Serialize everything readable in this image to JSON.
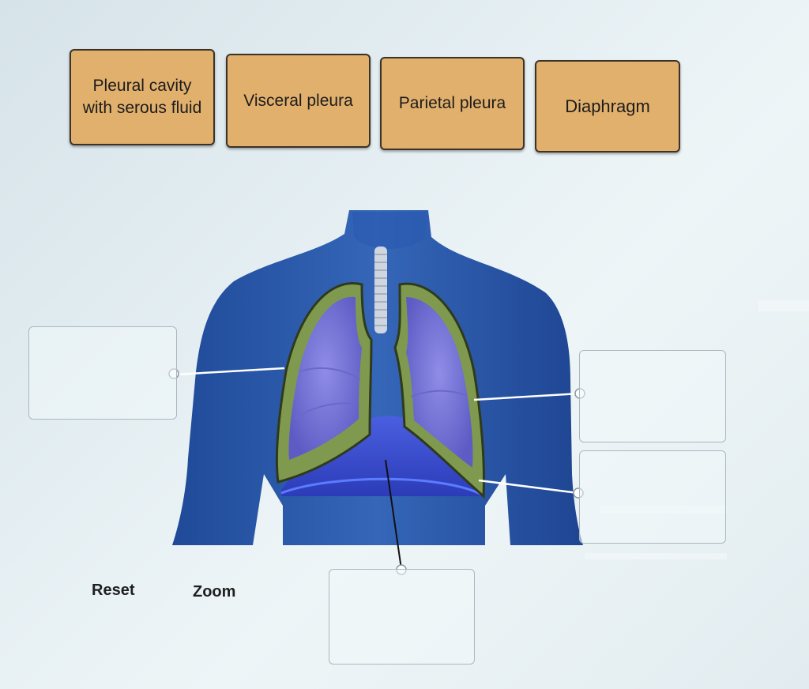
{
  "labels": {
    "pleural_cavity": "Pleural cavity with serous fluid",
    "visceral_pleura": "Visceral pleura",
    "parietal_pleura": "Parietal pleura",
    "diaphragm": "Diaphragm"
  },
  "controls": {
    "reset": "Reset",
    "zoom": "Zoom"
  },
  "colors": {
    "tile_background": "#e2b06d",
    "body_blue": "#2c57a8",
    "lung_purple": "#7a78d6",
    "pleura_green": "#7f9a4f"
  }
}
